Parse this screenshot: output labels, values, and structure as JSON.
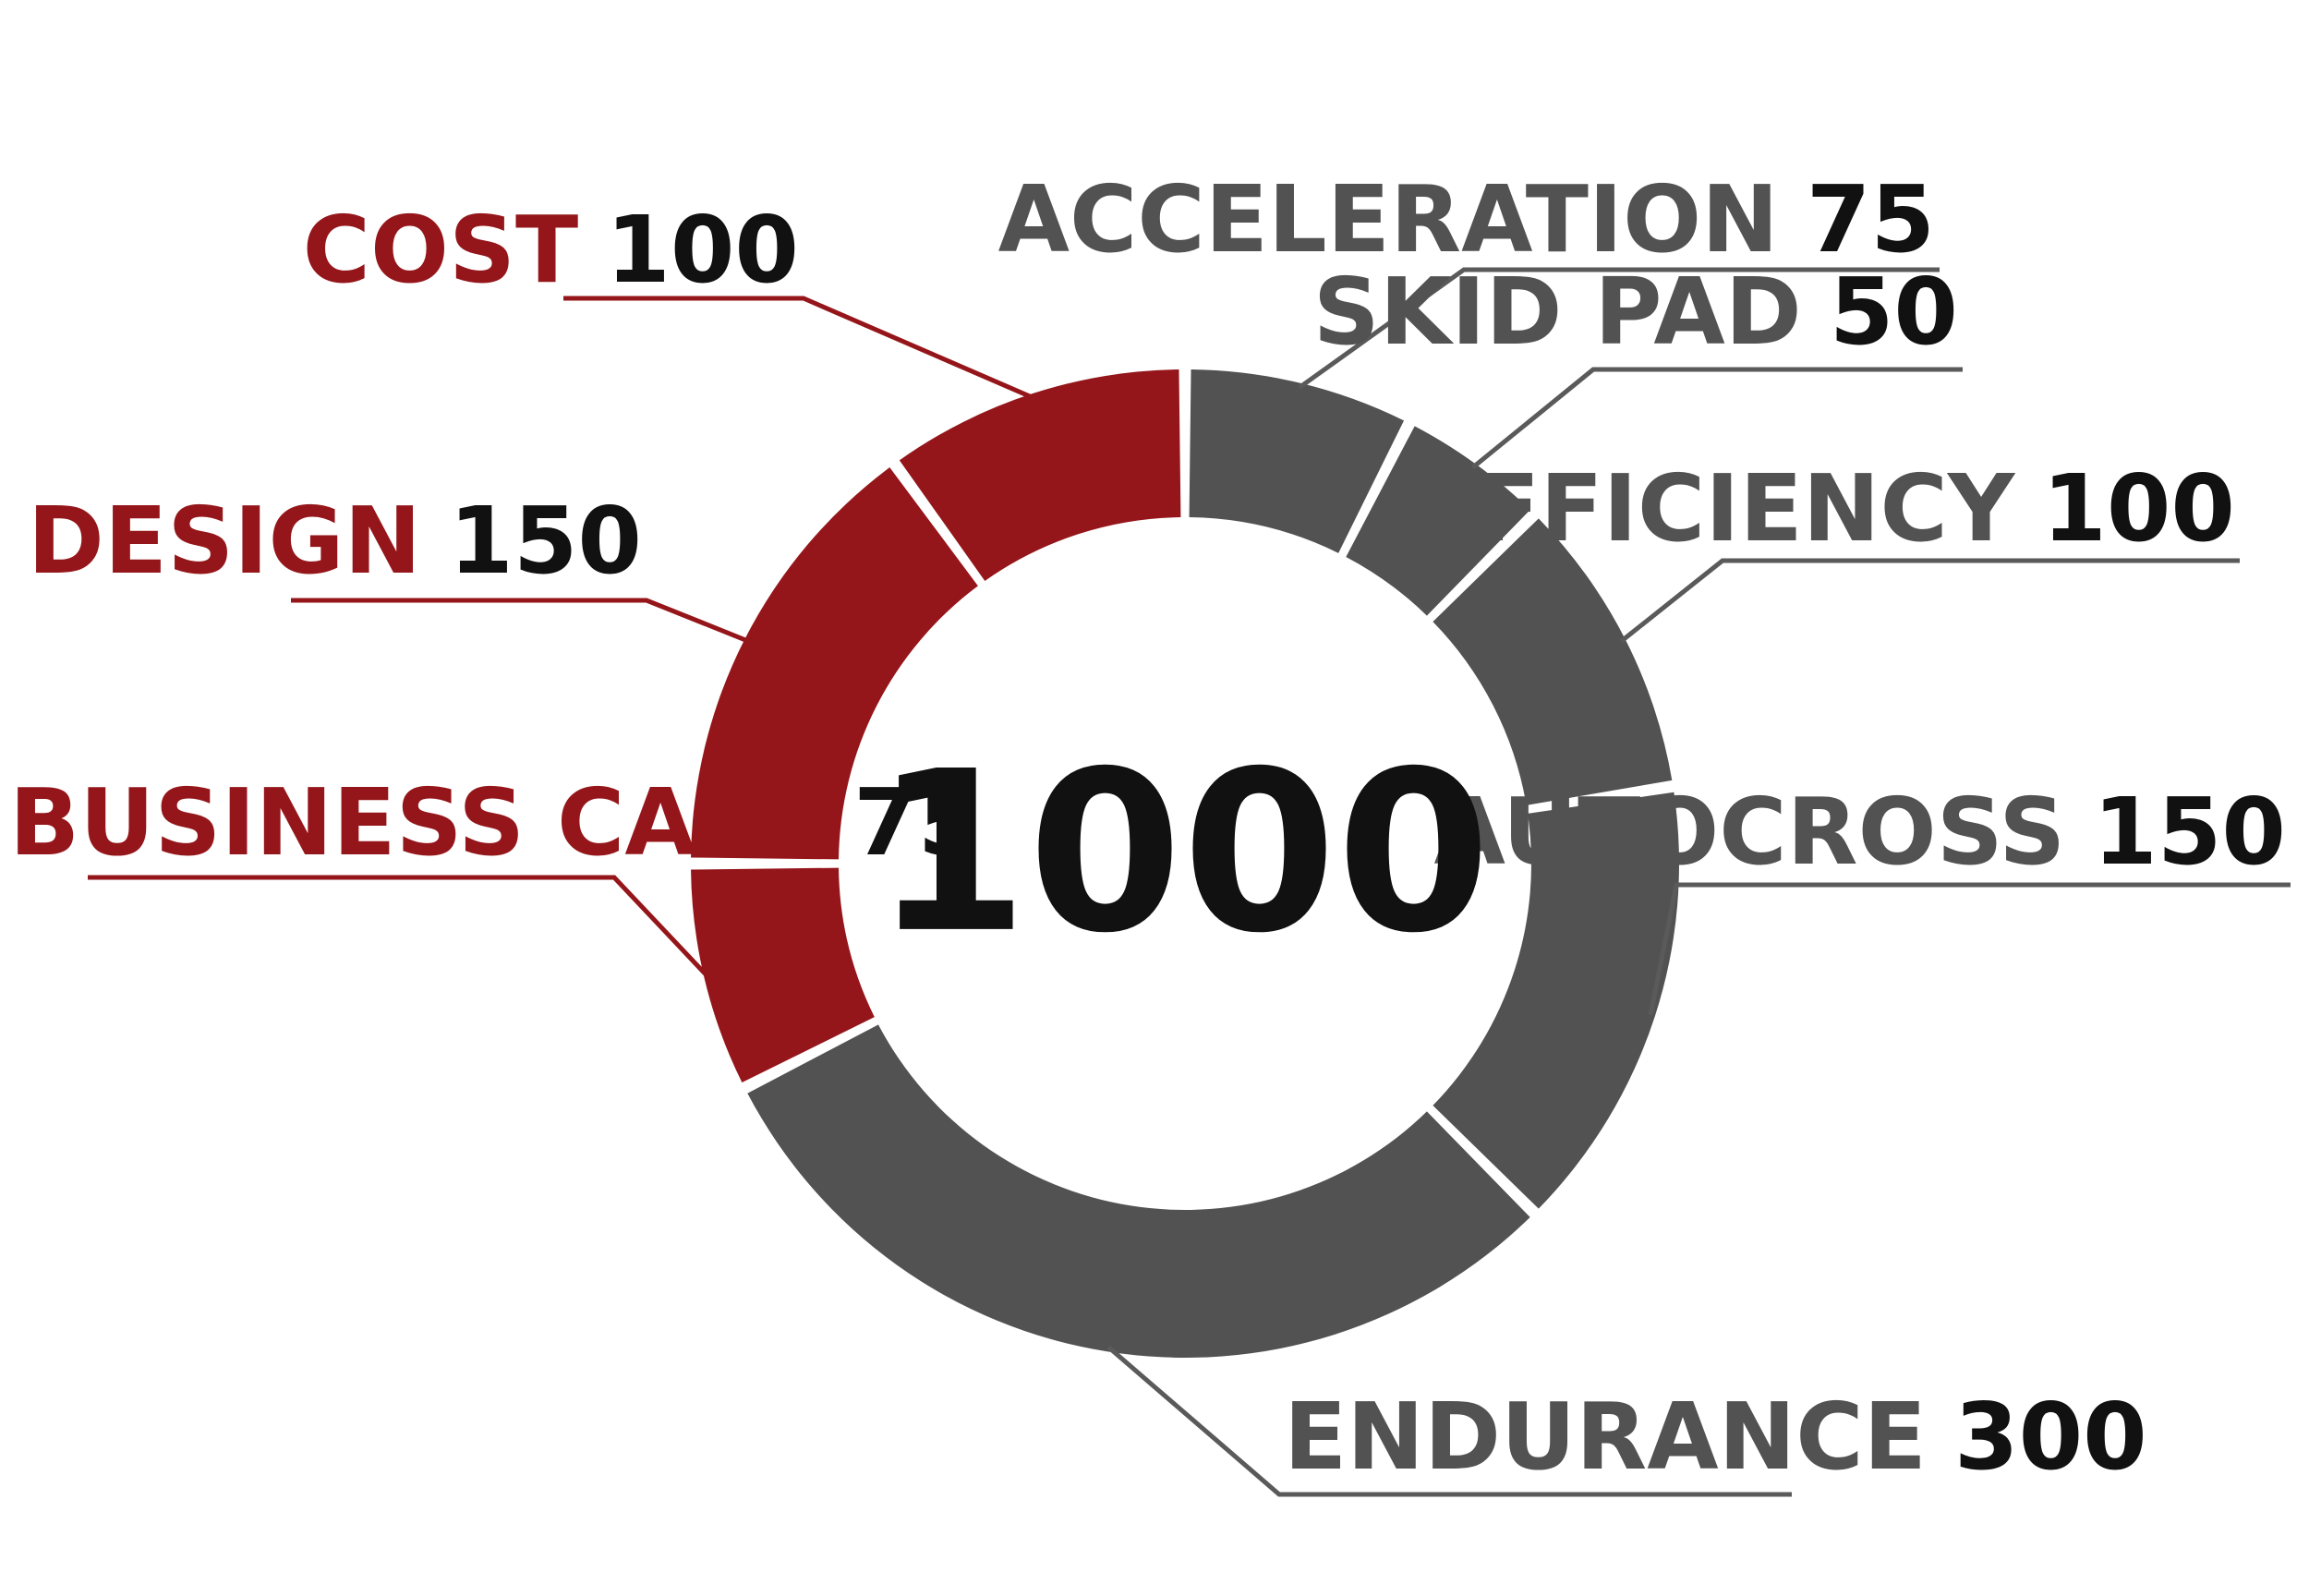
{
  "chart_data": {
    "type": "pie",
    "variant": "donut",
    "center_label": "1000",
    "colors": {
      "static": "#95161a",
      "dynamic": "#525252",
      "value_text": "#111111",
      "leader_static": "#95161a",
      "leader_dynamic": "#5a5a5a"
    },
    "slices": [
      {
        "label": "ACCELERATION",
        "value": 75,
        "value_label": "75",
        "group": "dynamic"
      },
      {
        "label": "SKID PAD",
        "value": 50,
        "value_label": "50",
        "group": "dynamic"
      },
      {
        "label": "EFFICIENCY",
        "value": 100,
        "value_label": "100",
        "group": "dynamic"
      },
      {
        "label": "AUTOCROSS",
        "value": 150,
        "value_label": "150",
        "group": "dynamic"
      },
      {
        "label": "ENDURANCE",
        "value": 300,
        "value_label": "300",
        "group": "dynamic"
      },
      {
        "label": "BUSINESS CASE",
        "value": 75,
        "value_label": "75",
        "group": "static"
      },
      {
        "label": "DESIGN",
        "value": 150,
        "value_label": "150",
        "group": "static"
      },
      {
        "label": "COST",
        "value": 100,
        "value_label": "100",
        "group": "static"
      }
    ]
  }
}
